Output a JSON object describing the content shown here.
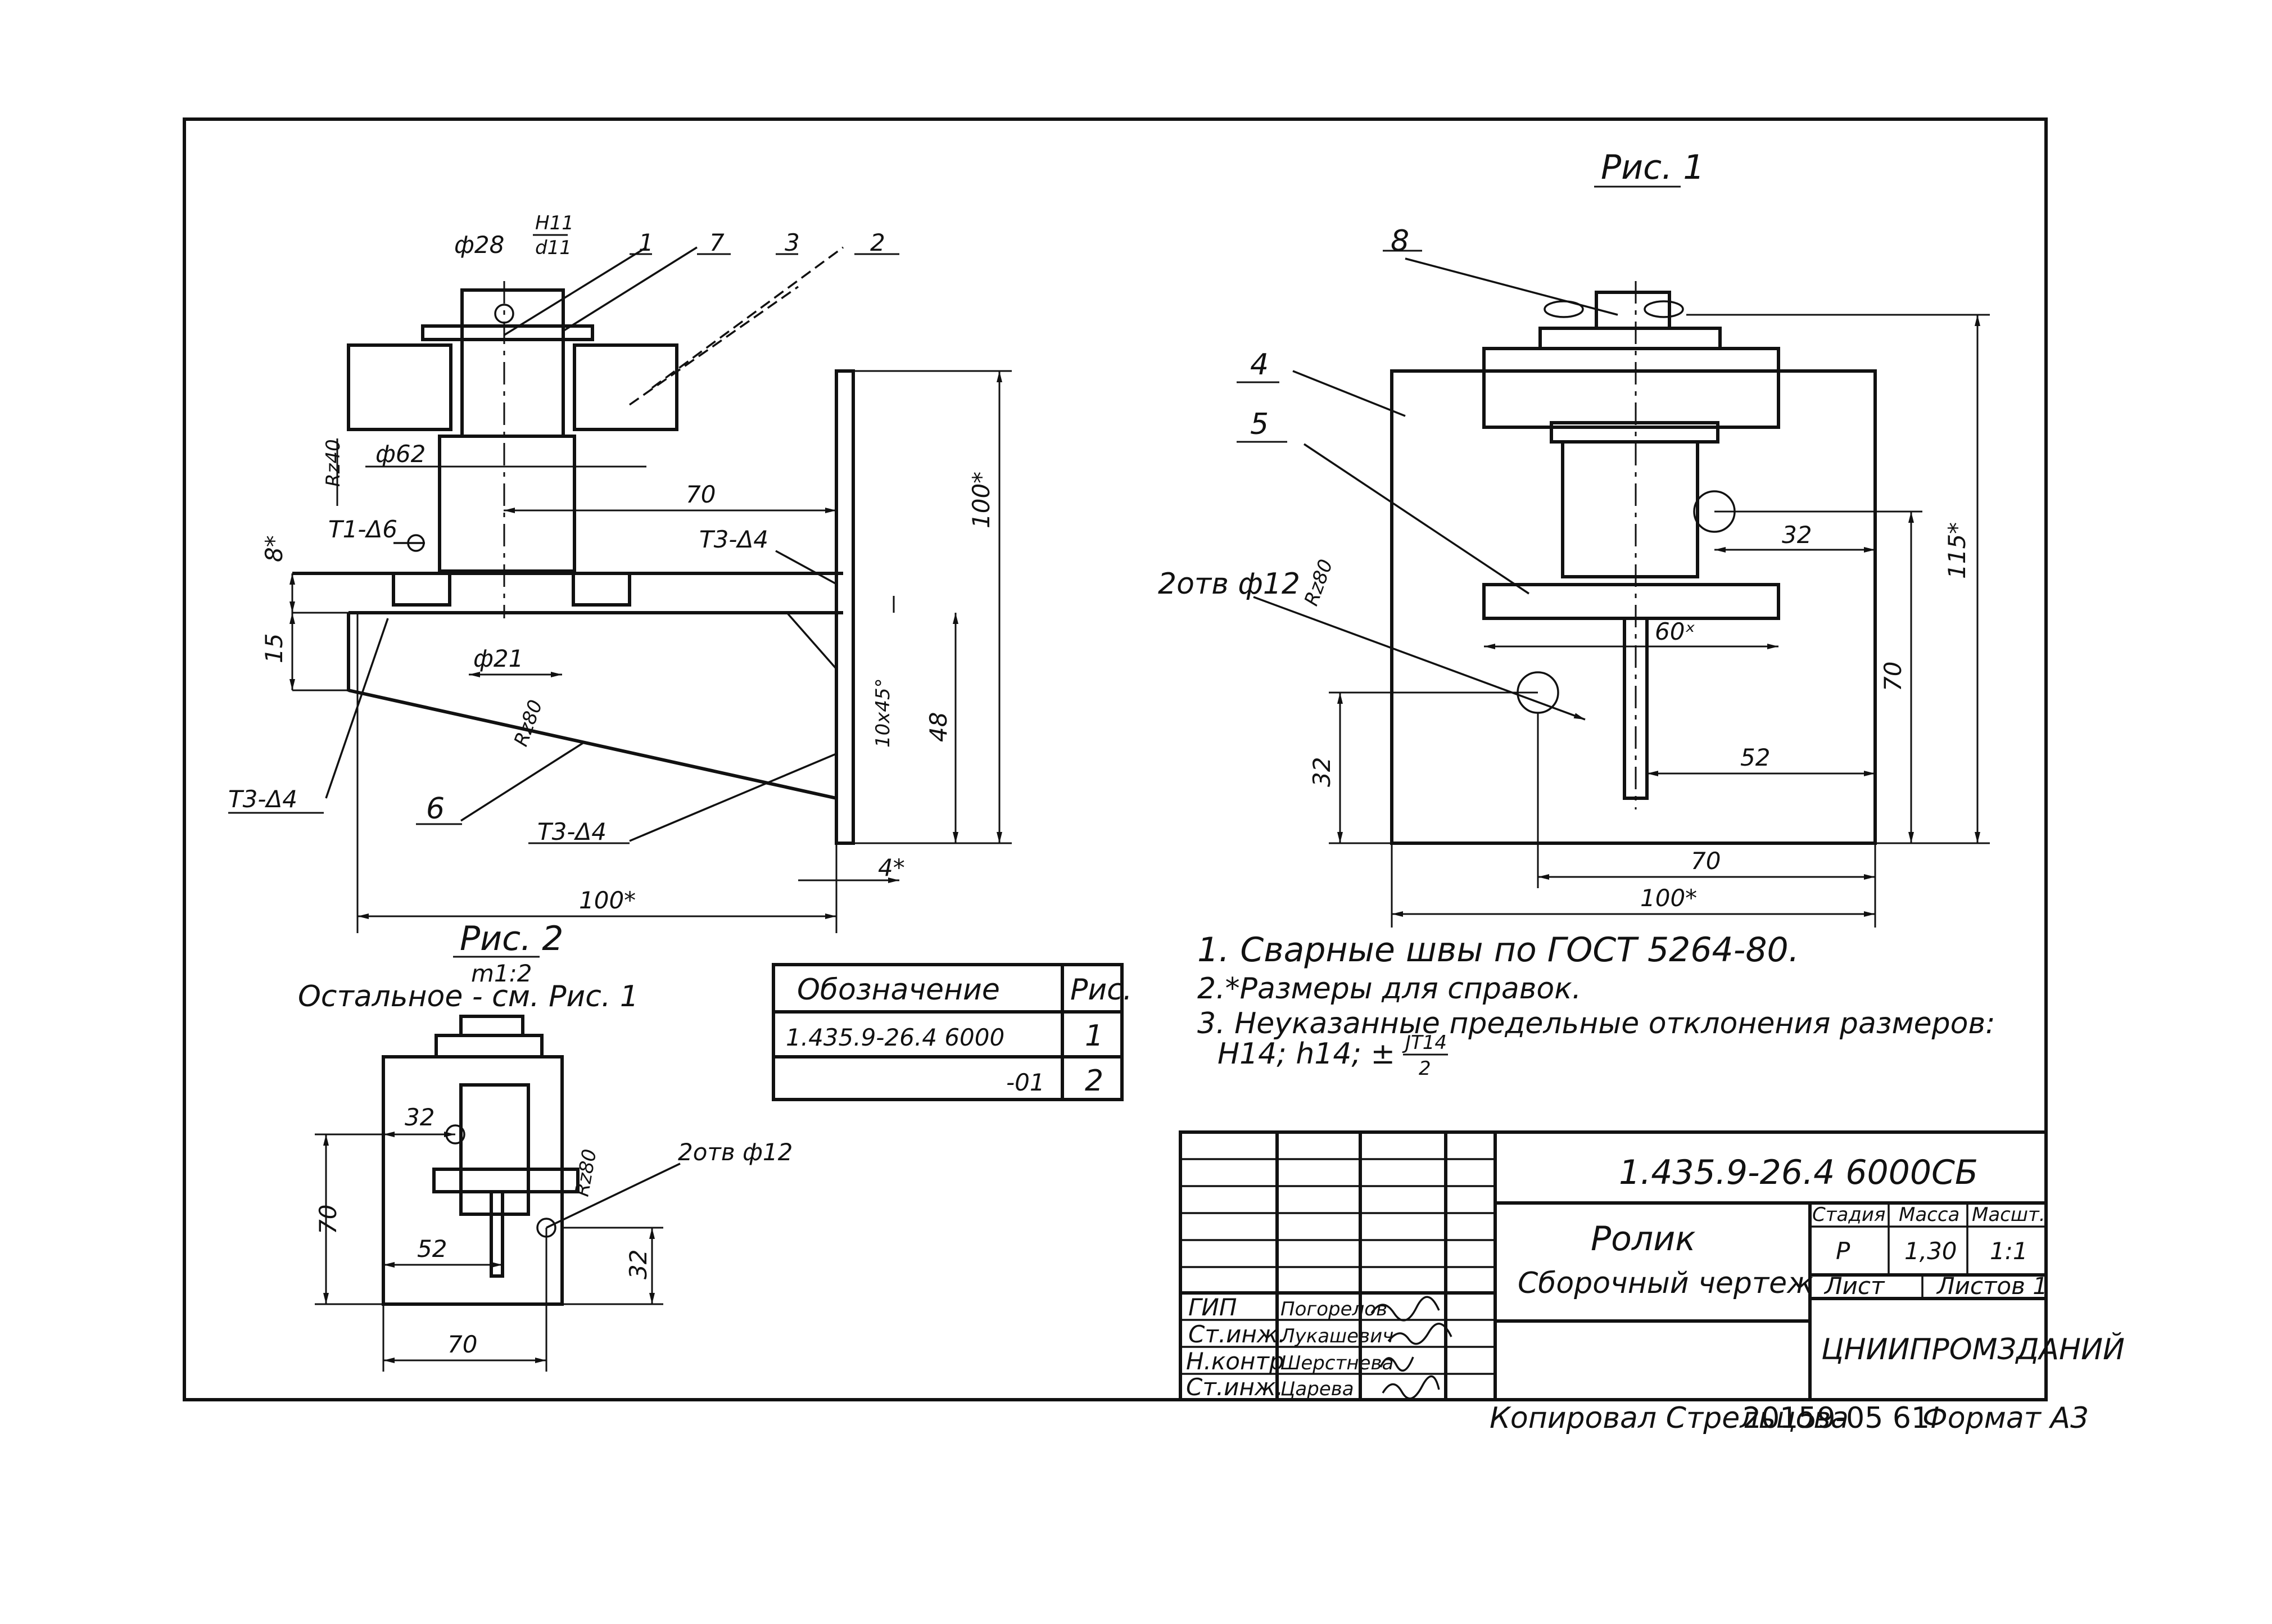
{
  "fig1": {
    "title": "Рис. 1",
    "dims": {
      "d32": "32",
      "d60x": "60ˣ",
      "d52": "52",
      "d70v": "70",
      "d115": "115*",
      "d32v": "32",
      "d70": "70",
      "d100": "100*"
    },
    "holes": "2отв ф12",
    "rough": "Rz80",
    "pos": {
      "p4": "4",
      "p5": "5",
      "p8": "8"
    }
  },
  "fig2": {
    "title": "Рис. 2",
    "scale": "m1:2",
    "note": "Остальное - см. Рис. 1",
    "dims": {
      "d28": "ф28",
      "fit_top": "H11",
      "fit_bot": "d11",
      "d62": "ф62",
      "d70": "70",
      "d100v": "100*",
      "d8": "8*",
      "d15": "15",
      "d21": "ф21",
      "d10": "10х45°",
      "d48": "48",
      "d100": "100*",
      "d4": "4*"
    },
    "welds": {
      "w1": "Т1-Δ6",
      "w2": "Т3-Δ4",
      "w3": "Т3-Δ4",
      "w4": "Т3-Δ4"
    },
    "rough": {
      "r1": "Rz40",
      "r2": "Rz80"
    },
    "pos": {
      "p1": "1",
      "p7": "7",
      "p3": "3",
      "p2": "2",
      "p6": "6"
    }
  },
  "fig_small": {
    "dims": {
      "d32": "32",
      "d70v": "70",
      "d52": "52",
      "d32v": "32",
      "d70": "70"
    },
    "holes": "2отв ф12",
    "rough": "Rz80"
  },
  "spec_table": {
    "header": [
      "Обозначение",
      "Рис."
    ],
    "rows": [
      [
        "1.435.9-26.4 6000",
        "1"
      ],
      [
        "-01",
        "2"
      ]
    ]
  },
  "notes": [
    "1. Сварные швы по ГОСТ 5264-80.",
    "2.*Размеры для справок.",
    "3. Неуказанные предельные отклонения размеров:"
  ],
  "notes_tol": "H14; h14; ±",
  "notes_frac_top": "JT14",
  "notes_frac_bot": "2",
  "title_block": {
    "doc_code": "1.435.9-26.4 6000СБ",
    "name": "Ролик",
    "doc_type": "Сборочный чертеж",
    "col_stage": "Стадия",
    "col_mass": "Масса",
    "col_scale": "Масшт.",
    "stage": "Р",
    "mass": "1,30",
    "scale": "1:1",
    "sheet_label": "Лист",
    "sheets_label": "Листов 1",
    "org": "ЦНИИПРОМЗДАНИЙ",
    "signers": [
      {
        "role": "ГИП",
        "name": "Погорелов"
      },
      {
        "role": "Ст.инж.",
        "name": "Лукашевич"
      },
      {
        "role": "Н.контр",
        "name": "Шерстнева"
      },
      {
        "role": "Ст.инж.",
        "name": "Царева"
      }
    ]
  },
  "footer": {
    "copied": "Копировал Стрельцова",
    "code": "20159-05 61",
    "format": "Формат А3"
  }
}
